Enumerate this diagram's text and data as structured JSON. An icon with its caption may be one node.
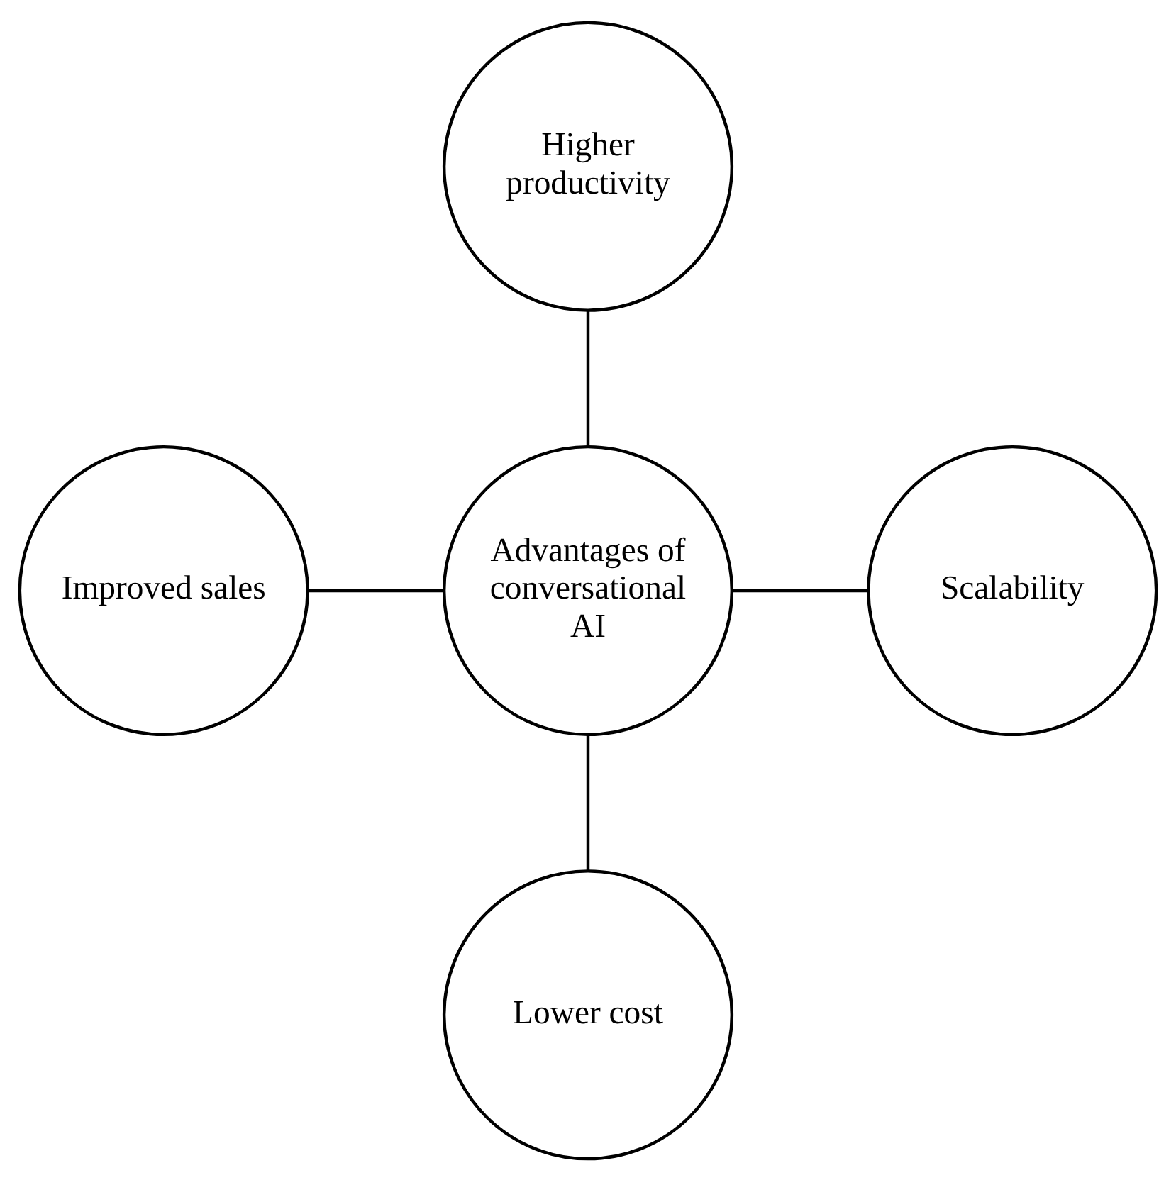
{
  "diagram": {
    "nodes": [
      {
        "text": [
          "Higher productivity"
        ]
      },
      {
        "text": [
          "Improved sales"
        ]
      },
      {
        "text": [
          "Advantages of conversational AI"
        ]
      },
      {
        "text": [
          "Scalability"
        ]
      },
      {
        "text": [
          "Lower cost"
        ]
      }
    ],
    "edges": [
      {
        "from": 0,
        "to": 2,
        "arrow": "none"
      },
      {
        "from": 1,
        "to": 2,
        "arrow": "none"
      },
      {
        "from": 2,
        "to": 3,
        "arrow": "none"
      },
      {
        "from": 2,
        "to": 4,
        "arrow": "none"
      }
    ]
  }
}
